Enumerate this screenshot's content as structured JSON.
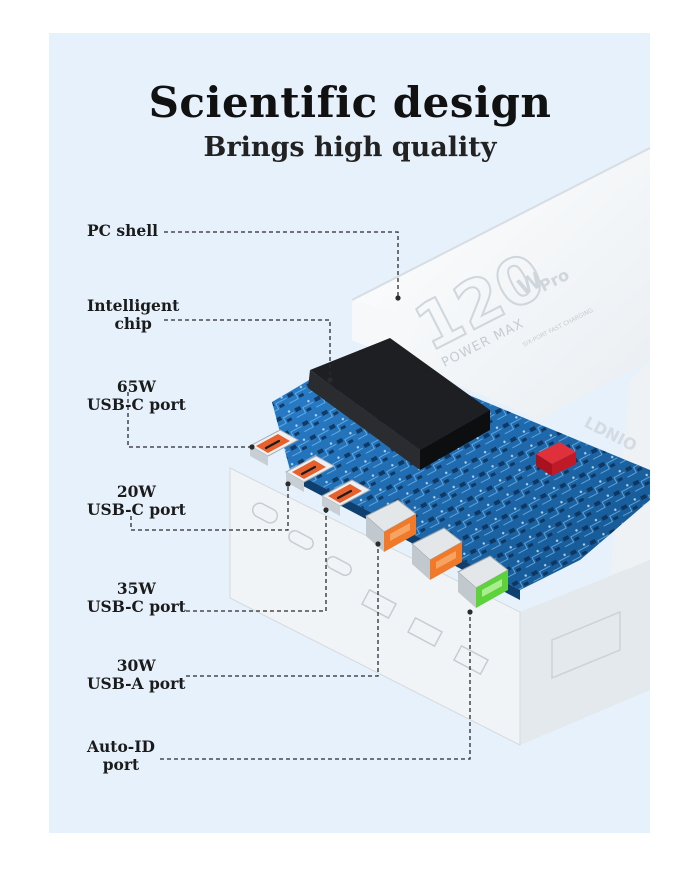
{
  "headline": {
    "title": "Scientific design",
    "subtitle": "Brings high quality"
  },
  "product": {
    "wattage": "120",
    "unit": "W",
    "series": "Pro",
    "line_power": "POWER MAX",
    "line_small": "SIX-PORT FAST CHARGING",
    "brand": "LDNIO"
  },
  "callouts": [
    {
      "line1": "PC shell",
      "line2": ""
    },
    {
      "line1": "Intelligent",
      "line2": "chip"
    },
    {
      "line1": "65W",
      "line2": "USB-C port"
    },
    {
      "line1": "20W",
      "line2": "USB-C port"
    },
    {
      "line1": "35W",
      "line2": "USB-C port"
    },
    {
      "line1": "30W",
      "line2": "USB-A port"
    },
    {
      "line1": "Auto-ID",
      "line2": "port"
    }
  ],
  "colors": {
    "panel_bg": "#e6f1fb",
    "pcb_blue": "#1f6fb8",
    "usb_c_accent": "#e8602c",
    "usb_a_accent": "#f07a2a",
    "auto_id_accent": "#5dd23a",
    "chip_red": "#d3182a"
  }
}
